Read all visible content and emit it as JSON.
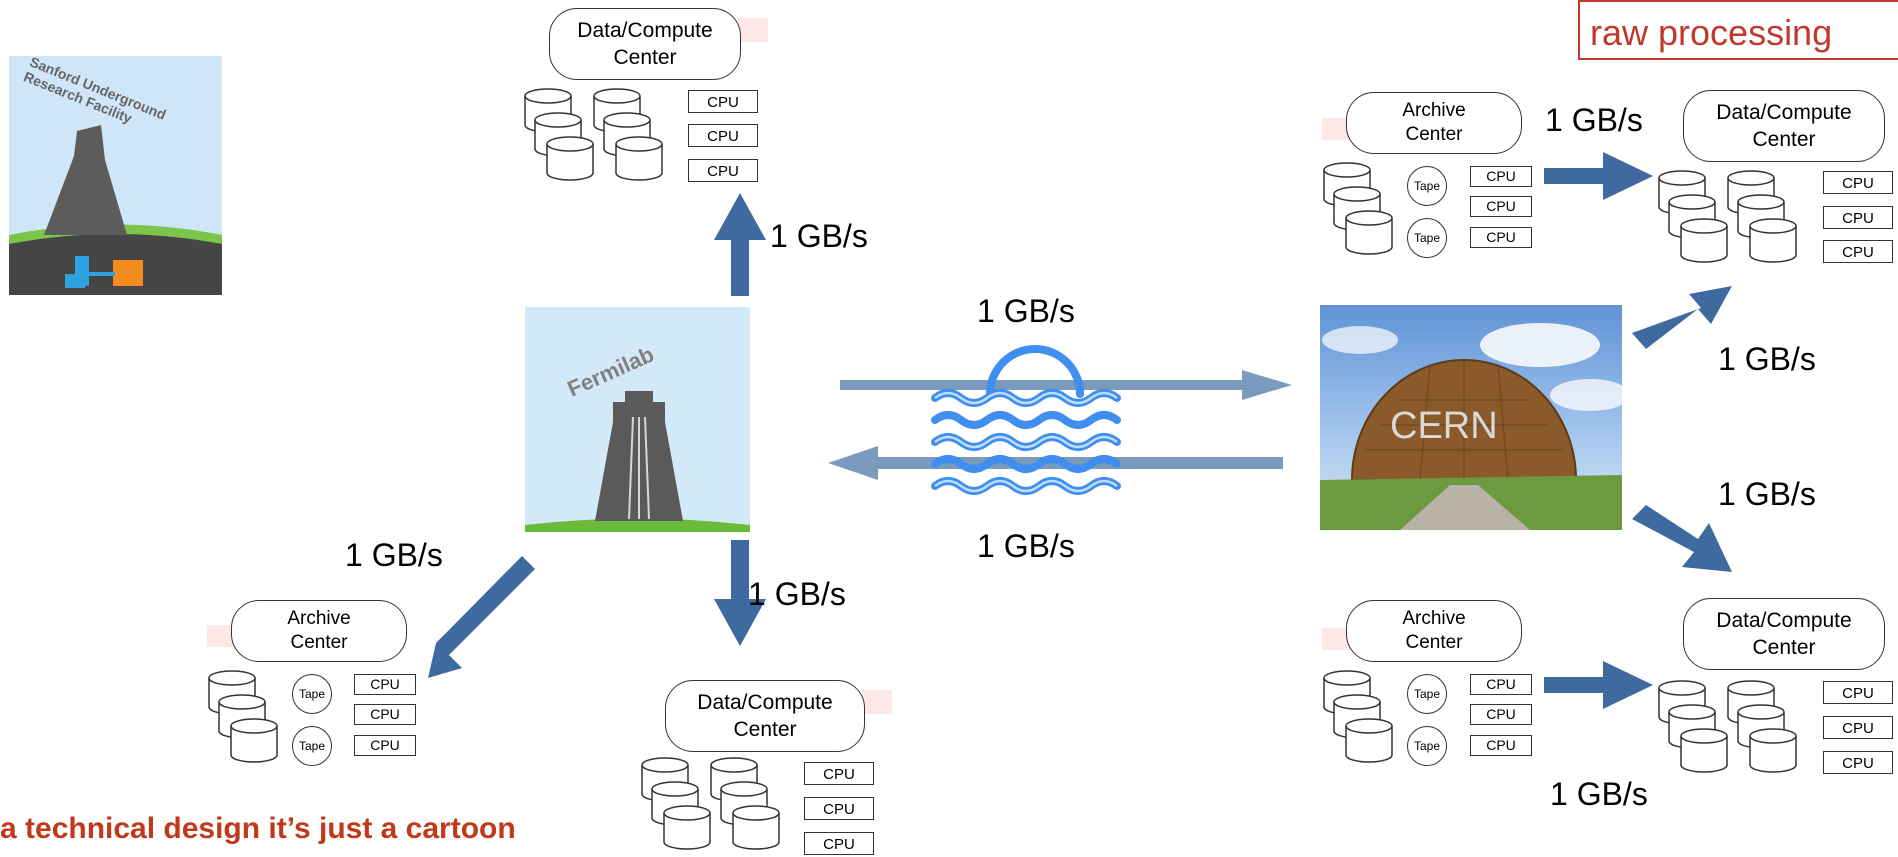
{
  "data_center_label_1": "Data/Compute",
  "data_center_label_2": "Center",
  "archive_label_1": "Archive",
  "archive_label_2": "Center",
  "cpu_label": "CPU",
  "tape_label": "Tape",
  "rate_label": "1 GB/s",
  "surf_image_text": "Sanford Underground Research Facility",
  "fermilab_image_text": "Fermilab",
  "cern_image_text": "CERN",
  "banner_text": "raw processing",
  "footer_text": "a technical design it’s just a cartoon",
  "colors": {
    "arrow": "#3f6aa0",
    "banner_red": "#c0392b",
    "footer_red": "#c0391a",
    "wave": "#3f8ef0"
  }
}
